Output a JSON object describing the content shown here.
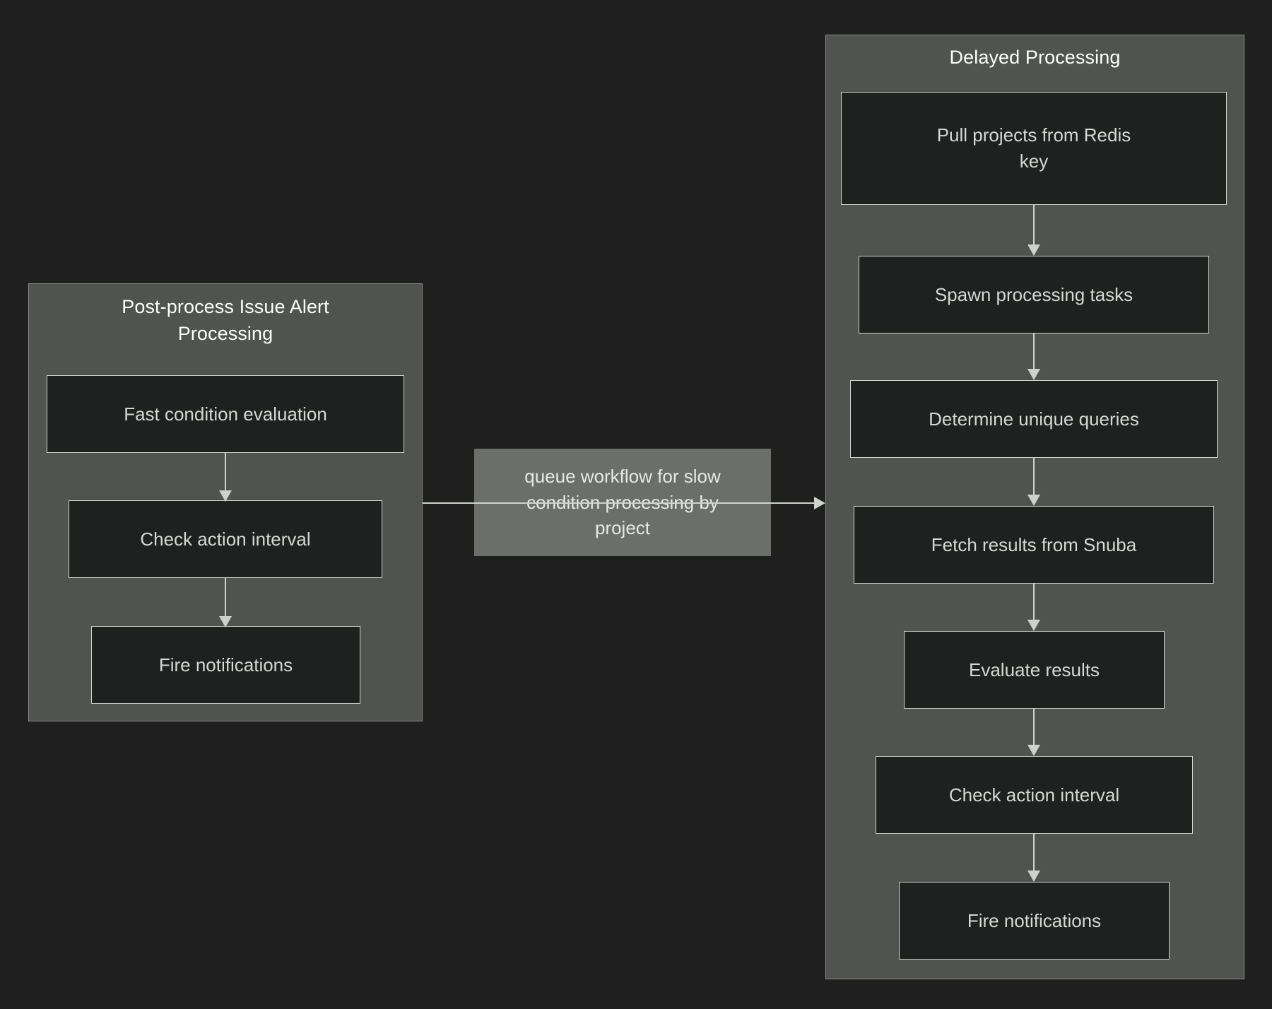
{
  "diagram": {
    "type": "flowchart",
    "direction": "left-to-right",
    "background_color": "#1f1f1f",
    "panel_fill": "#50534f",
    "node_fill": "#1f2020",
    "border_color": "#cfd2cc",
    "text_color": "#d6d8d4",
    "title_color": "#ffffff",
    "edge_label_fill": "#6b6e69"
  },
  "left_panel": {
    "title": "Post-process Issue Alert\nProcessing",
    "nodes": [
      {
        "id": "fast-condition-evaluation",
        "label": "Fast condition evaluation"
      },
      {
        "id": "check-action-interval",
        "label": "Check action interval"
      },
      {
        "id": "fire-notifications",
        "label": "Fire notifications"
      }
    ]
  },
  "right_panel": {
    "title": "Delayed Processing",
    "nodes": [
      {
        "id": "pull-projects-from-redis-key",
        "label": "Pull projects from Redis\nkey"
      },
      {
        "id": "spawn-processing-tasks",
        "label": "Spawn processing tasks"
      },
      {
        "id": "determine-unique-queries",
        "label": "Determine unique queries"
      },
      {
        "id": "fetch-results-from-snuba",
        "label": "Fetch results from Snuba"
      },
      {
        "id": "evaluate-results",
        "label": "Evaluate results"
      },
      {
        "id": "check-action-interval",
        "label": "Check action interval"
      },
      {
        "id": "fire-notifications",
        "label": "Fire notifications"
      }
    ]
  },
  "connector_edge": {
    "label": "queue workflow for slow\ncondition processing by\nproject",
    "from": "Post-process Issue Alert Processing",
    "to": "Delayed Processing"
  }
}
